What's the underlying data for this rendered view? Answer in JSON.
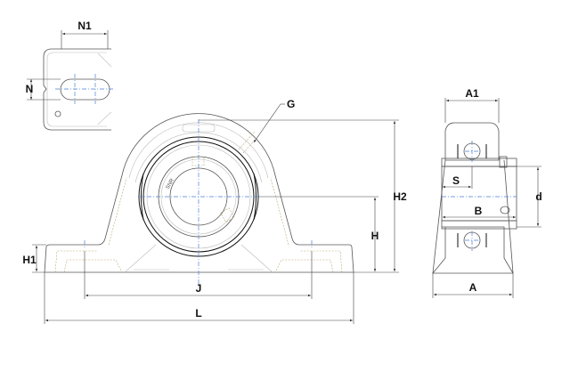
{
  "drawing": {
    "brand_marking": "SNR",
    "top_view": {
      "dim_n1": "N1",
      "dim_n": "N"
    },
    "front_view": {
      "dim_g": "G",
      "dim_h2": "H2",
      "dim_h": "H",
      "dim_h1": "H1",
      "dim_j": "J",
      "dim_l": "L"
    },
    "side_view": {
      "dim_a1": "A1",
      "dim_s": "S",
      "dim_b": "B",
      "dim_d": "d",
      "dim_a": "A"
    }
  }
}
